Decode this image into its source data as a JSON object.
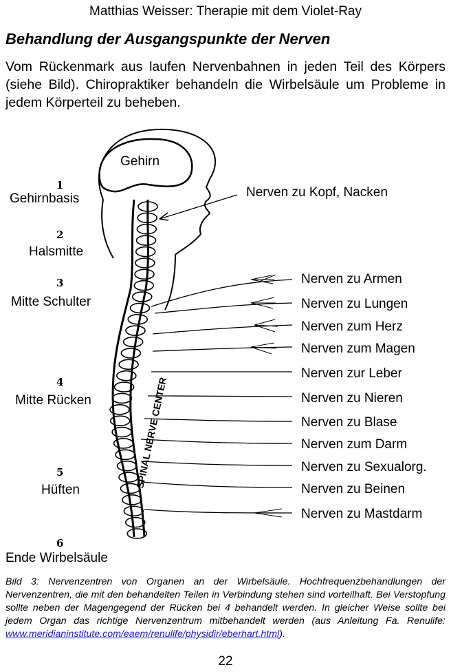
{
  "header": "Matthias Weisser: Therapie mit dem Violet-Ray",
  "title": "Behandlung der Ausgangspunkte der Nerven",
  "intro": "Vom Rückenmark aus laufen Nervenbahnen in jeden Teil des Körpers (siehe Bild). Chiropraktiker behandeln die Wirbelsäule um Probleme in jedem Körperteil zu beheben.",
  "figure": {
    "brain_label": "Gehirn",
    "spine_text": "SPINAL NERVE CENTER",
    "left_labels": [
      {
        "num": "1",
        "text": "Gehirnbasis"
      },
      {
        "num": "2",
        "text": "Halsmitte"
      },
      {
        "num": "3",
        "text": "Mitte Schulter"
      },
      {
        "num": "4",
        "text": "Mitte Rücken"
      },
      {
        "num": "5",
        "text": "Hüften"
      },
      {
        "num": "6",
        "text": "Ende Wirbelsäule"
      }
    ],
    "head_nerve_label": "Nerven zu Kopf, Nacken",
    "right_labels": [
      "Nerven zu Armen",
      "Nerven zu Lungen",
      "Nerven zum Herz",
      "Nerven zum Magen",
      "Nerven zur Leber",
      "Nerven zu Nieren",
      "Nerven zu Blase",
      "Nerven zum Darm",
      "Nerven zu Sexualorg.",
      "Nerven zu Beinen",
      "Nerven zu Mastdarm"
    ]
  },
  "caption": {
    "text": "Bild 3: Nervenzentren von Organen an der Wirbelsäule. Hochfrequenzbehandlungen der Nervenzentren, die mit den behandelten Teilen in Verbindung stehen sind vorteilhaft. Bei Verstopfung sollte neben der Magengegend der Rücken bei 4 behandelt werden. In gleicher Weise sollte bei jedem Organ das richtige Nervenzentrum mitbehandelt werden (aus Anleitung Fa. Renulife: ",
    "link": "www.meridianinstitute.com/eaem/renulife/physidir/eberhart.html",
    "tail": ")."
  },
  "page_number": "22"
}
